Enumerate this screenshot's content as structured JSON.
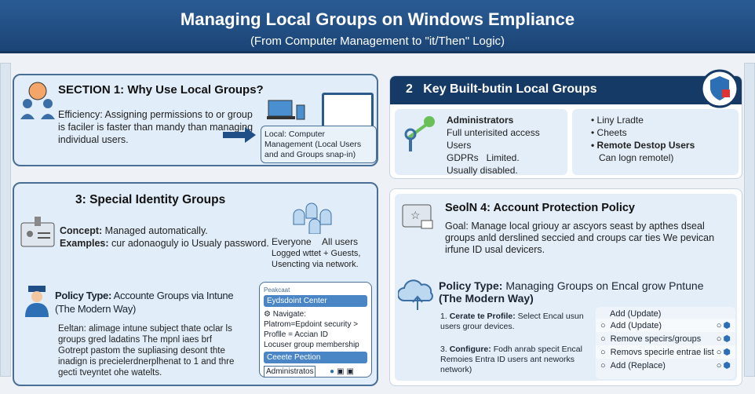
{
  "header": {
    "title": "Managing Local Groups on Windows Empliance",
    "subtitle": "(From Computer Management to \"it/Then\" Logic)"
  },
  "section1": {
    "title": "SECTION 1: Why Use Local Groups?",
    "body": "Efficiency: Assigning permissions to or group is faciler is faster than mandy than managing individual users.",
    "callout": "Local: Computer Management (Local Users and and Groups snap-in)"
  },
  "section2": {
    "number": "2",
    "title": "Key Built-butin Local Groups",
    "left": {
      "name": "Administrators",
      "lines": [
        "Full unterisited access",
        "Users",
        "GDPRs   Limited.",
        "Usually disabled."
      ]
    },
    "right": {
      "bullets": [
        "Liny Lradte",
        "Cheets",
        "Remote Destop Users"
      ],
      "note": "Can logn remotel)"
    }
  },
  "section3": {
    "title": "3: Special Identity Groups",
    "concept_label": "Concept:",
    "concept": "Managed automatically.",
    "examples_label": "Examples:",
    "examples": "cur adonaoguly io Usualy password.",
    "everyone": "Everyone",
    "all_users": "All users",
    "everyone_desc": "Logged wttet + Guests, Usencting via network.",
    "policy_label": "Policy Type:",
    "policy": "Accounte Groups via Intune",
    "policy_sub": "(The Modern Way)",
    "policy_body": "Eeltan: alimage intune subject thate oclar ls groups gred ladatins The mpnl iaes brf Gotrept pastom the supliasing desont thte inadign is precielerdnerplhenat to 1 and thre gecti tveyntet ohe watelts.",
    "panel": {
      "caption": "Peakcaat",
      "bar1": "Eydsdoint Center",
      "navigate": "Navigate:",
      "line1": "Platrom=Epdoint security >",
      "line2": "Proflle = Accian ID",
      "line3": "Locuser group membership",
      "bar2": "Ceeete Pection",
      "input": "Administratos"
    }
  },
  "section4": {
    "title": "SeolN 4: Account Protection Policy",
    "goal": "Goal: Manage local griouy ar ascyors seast by apthes dseal groups anld derslined seccied and croups car ties We pevican irfune ID usal devicers.",
    "policy_label": "Policy Type:",
    "policy": "Managing Groups on Encal grow Pntune",
    "policy_sub": "(The Modern Way)",
    "steps": [
      {
        "num": "1.",
        "label": "Cerate te Profile:",
        "text": "Select Encal usun users grour devices."
      },
      {
        "num": "3.",
        "label": "Configure:",
        "text": "Fodh anrab specit Encal Remoies Entra ID users ant neworks network)"
      }
    ],
    "options_title": "Add (Update)",
    "options": [
      "Add (Update)",
      "Remove specirs/groups",
      "Removs specirle entrae list",
      "Add (Replace)"
    ]
  }
}
